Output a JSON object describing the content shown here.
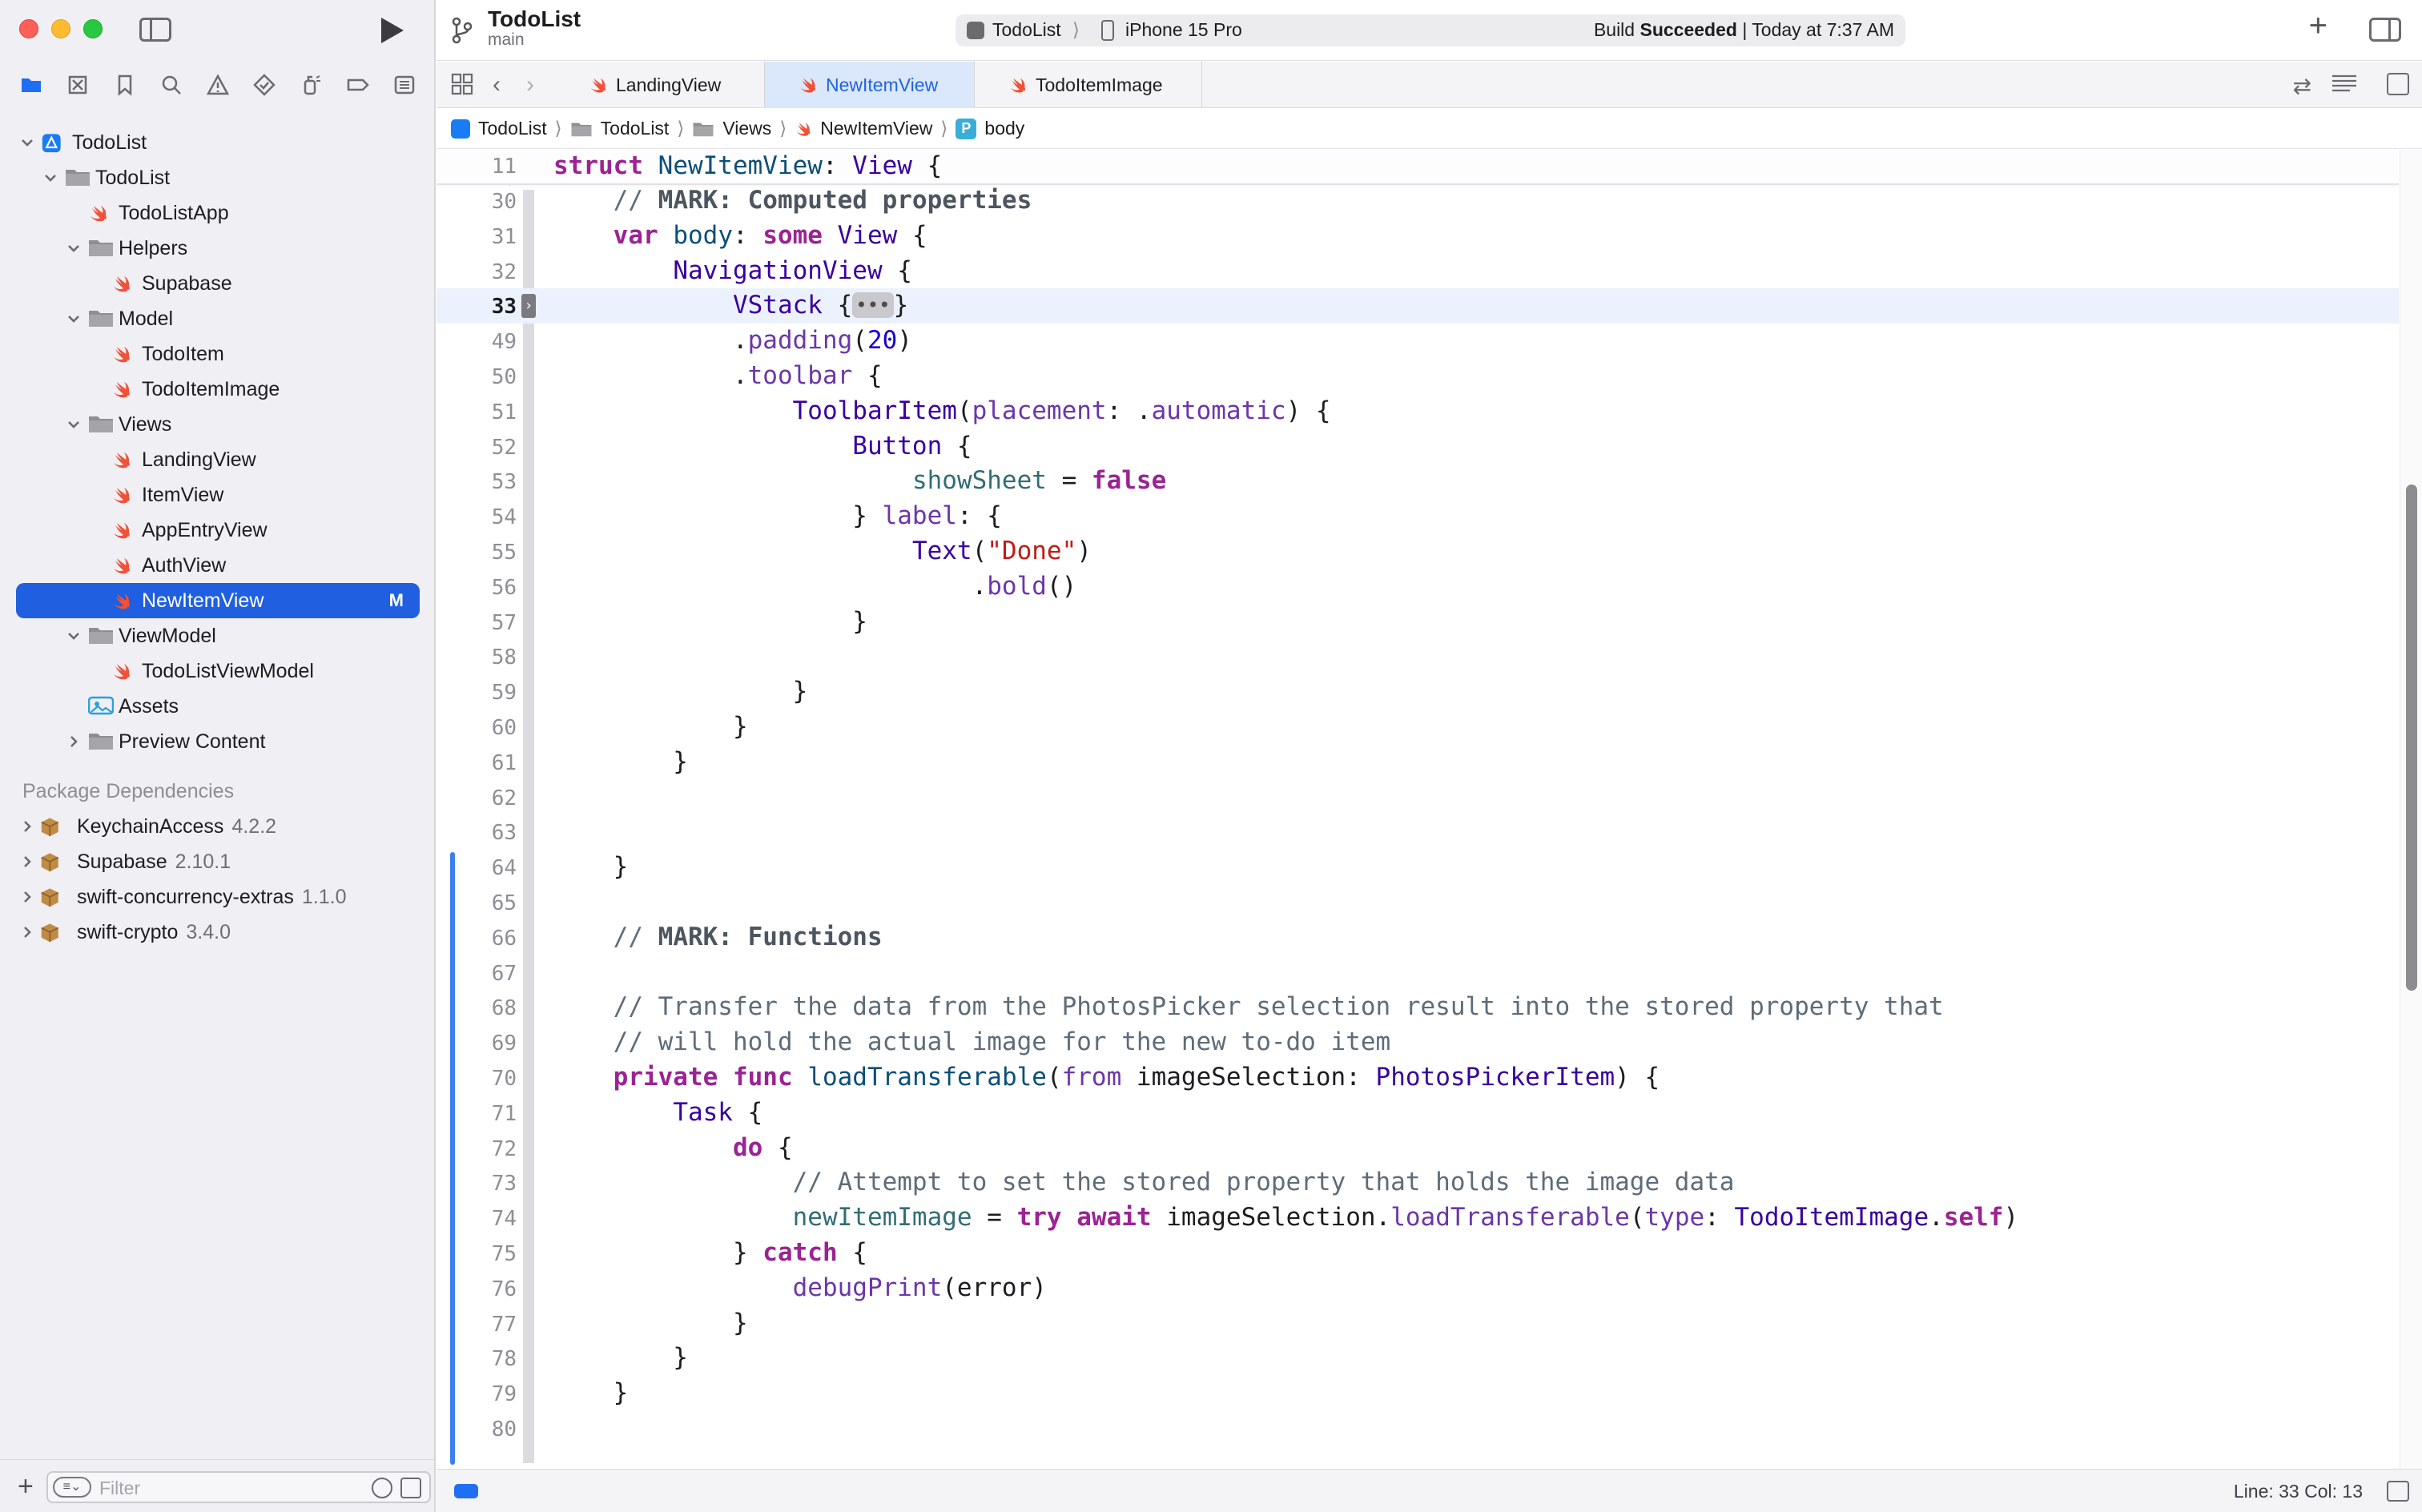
{
  "window": {
    "project_title": "TodoList",
    "branch": "main",
    "activity": {
      "scheme": "TodoList",
      "scheme_sep": "⟩",
      "device": "iPhone 15 Pro",
      "status_prefix": "Build",
      "status_bold": "Succeeded",
      "status_suffix": "| Today at 7:37 AM"
    }
  },
  "sidebar": {
    "tree": [
      {
        "label": "TodoList",
        "kind": "app",
        "depth": 0,
        "expanded": true
      },
      {
        "label": "TodoList",
        "kind": "folder",
        "depth": 1,
        "expanded": true
      },
      {
        "label": "TodoListApp",
        "kind": "swift",
        "depth": 2
      },
      {
        "label": "Helpers",
        "kind": "folder",
        "depth": 2,
        "expanded": true
      },
      {
        "label": "Supabase",
        "kind": "swift",
        "depth": 3
      },
      {
        "label": "Model",
        "kind": "folder",
        "depth": 2,
        "expanded": true
      },
      {
        "label": "TodoItem",
        "kind": "swift",
        "depth": 3
      },
      {
        "label": "TodoItemImage",
        "kind": "swift",
        "depth": 3
      },
      {
        "label": "Views",
        "kind": "folder",
        "depth": 2,
        "expanded": true
      },
      {
        "label": "LandingView",
        "kind": "swift",
        "depth": 3
      },
      {
        "label": "ItemView",
        "kind": "swift",
        "depth": 3
      },
      {
        "label": "AppEntryView",
        "kind": "swift",
        "depth": 3
      },
      {
        "label": "AuthView",
        "kind": "swift",
        "depth": 3
      },
      {
        "label": "NewItemView",
        "kind": "swift",
        "depth": 3,
        "selected": true,
        "badge": "M"
      },
      {
        "label": "ViewModel",
        "kind": "folder",
        "depth": 2,
        "expanded": true
      },
      {
        "label": "TodoListViewModel",
        "kind": "swift",
        "depth": 3
      },
      {
        "label": "Assets",
        "kind": "assets",
        "depth": 2
      },
      {
        "label": "Preview Content",
        "kind": "folder",
        "depth": 2,
        "expanded": false
      }
    ],
    "packages_header": "Package Dependencies",
    "packages": [
      {
        "name": "KeychainAccess",
        "version": "4.2.2"
      },
      {
        "name": "Supabase",
        "version": "2.10.1"
      },
      {
        "name": "swift-concurrency-extras",
        "version": "1.1.0"
      },
      {
        "name": "swift-crypto",
        "version": "3.4.0"
      }
    ],
    "filter_placeholder": "Filter",
    "filter_plus": "+"
  },
  "tabs": [
    {
      "label": "LandingView",
      "active": false
    },
    {
      "label": "NewItemView",
      "active": true
    },
    {
      "label": "TodoItemImage",
      "active": false
    }
  ],
  "breadcrumb": [
    "TodoList",
    "TodoList",
    "Views",
    "NewItemView",
    "body"
  ],
  "breadcrumb_sep": "⟩",
  "editor": {
    "sticky": {
      "line": "11",
      "html": "<span class='k'>struct</span> <span class='t'>NewItemView</span>: <span class='tp'>View</span> {"
    },
    "partial_top_line": "29",
    "current_line": "33",
    "lines": [
      {
        "n": "30",
        "html": "    <span class='c'>// </span><span class='m'>MARK: Computed properties</span>"
      },
      {
        "n": "31",
        "html": "    <span class='k'>var</span> <span class='t'>body</span>: <span class='k'>some</span> <span class='tp'>View</span> {"
      },
      {
        "n": "32",
        "html": "        <span class='tp'>NavigationView</span> {"
      },
      {
        "n": "33",
        "html": "            <span class='tp'>VStack</span> {<span class='fold-pill'>•••</span>}"
      },
      {
        "n": "49",
        "html": "            .<span class='f'>padding</span>(<span class='n'>20</span>)"
      },
      {
        "n": "50",
        "html": "            .<span class='f'>toolbar</span> {"
      },
      {
        "n": "51",
        "html": "                <span class='tp'>ToolbarItem</span>(<span class='f'>placement</span>: .<span class='f'>automatic</span>) {"
      },
      {
        "n": "52",
        "html": "                    <span class='tp'>Button</span> {"
      },
      {
        "n": "53",
        "html": "                        <span class='v'>showSheet</span> = <span class='k'>false</span>"
      },
      {
        "n": "54",
        "html": "                    } <span class='f'>label</span>: {"
      },
      {
        "n": "55",
        "html": "                        <span class='tp'>Text</span>(<span class='s'>\"Done\"</span>)"
      },
      {
        "n": "56",
        "html": "                            .<span class='f'>bold</span>()"
      },
      {
        "n": "57",
        "html": "                    }"
      },
      {
        "n": "58",
        "html": ""
      },
      {
        "n": "59",
        "html": "                }"
      },
      {
        "n": "60",
        "html": "            }"
      },
      {
        "n": "61",
        "html": "        }"
      },
      {
        "n": "62",
        "html": ""
      },
      {
        "n": "63",
        "html": ""
      },
      {
        "n": "64",
        "html": "    }"
      },
      {
        "n": "65",
        "html": ""
      },
      {
        "n": "66",
        "html": "    <span class='c'>// </span><span class='m'>MARK: Functions</span>"
      },
      {
        "n": "67",
        "html": ""
      },
      {
        "n": "68",
        "html": "    <span class='c'>// Transfer the data from the PhotosPicker selection result into the stored property that</span>"
      },
      {
        "n": "69",
        "html": "    <span class='c'>// will hold the actual image for the new to-do item</span>"
      },
      {
        "n": "70",
        "html": "    <span class='k'>private</span> <span class='k'>func</span> <span class='t'>loadTransferable</span>(<span class='f'>from</span> imageSelection: <span class='tp'>PhotosPickerItem</span>) {"
      },
      {
        "n": "71",
        "html": "        <span class='tp'>Task</span> {"
      },
      {
        "n": "72",
        "html": "            <span class='k'>do</span> {"
      },
      {
        "n": "73",
        "html": "                <span class='c'>// Attempt to set the stored property that holds the image data</span>"
      },
      {
        "n": "74",
        "html": "                <span class='v'>newItemImage</span> = <span class='k'>try</span> <span class='k'>await</span> imageSelection.<span class='f'>loadTransferable</span>(<span class='f'>type</span>: <span class='tp'>TodoItemImage</span>.<span class='k'>self</span>)"
      },
      {
        "n": "75",
        "html": "            } <span class='k'>catch</span> {"
      },
      {
        "n": "76",
        "html": "                <span class='f'>debugPrint</span>(error)"
      },
      {
        "n": "77",
        "html": "            }"
      },
      {
        "n": "78",
        "html": "        }"
      },
      {
        "n": "79",
        "html": "    }"
      },
      {
        "n": "80",
        "html": ""
      }
    ]
  },
  "status": {
    "position": "Line: 33  Col: 13"
  },
  "colors": {
    "accent": "#1f5fe0",
    "swift_orange": "#f05138",
    "folder": "#8e8e93"
  }
}
